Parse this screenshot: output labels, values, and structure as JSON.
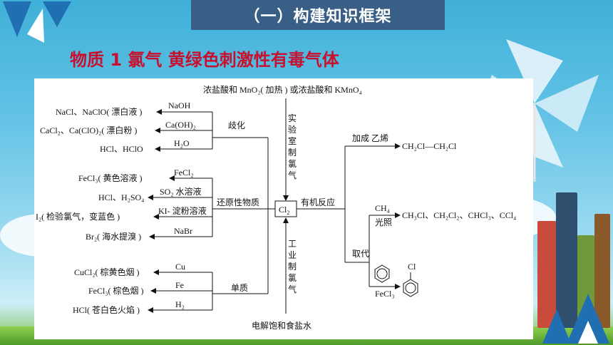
{
  "banner": {
    "title": "（一）构建知识框架"
  },
  "heading": "物质 1 氯气 黄绿色刺激性有毒气体",
  "diagram": {
    "center": "Cl",
    "center_sub": "2",
    "top_source": "浓盐酸和 MnO₂( 加热 ) 或浓盐酸和 KMnO₄",
    "top_label": [
      "实",
      "验",
      "室",
      "制",
      "氯",
      "气"
    ],
    "bottom_source": "电解饱和食盐水",
    "bottom_label": [
      "工",
      "业",
      "制",
      "氯",
      "气"
    ],
    "groups": {
      "disproportionation": "歧化",
      "reducing": "还原性物质",
      "elements": "单质",
      "organic": "有机反应",
      "addition": "加成 乙烯",
      "substitution": "取代"
    },
    "left_products": [
      "NaCl、NaClO( 漂白液 )",
      "CaCl₂、Ca(ClO)₂( 漂白粉 )",
      "HCl、HClO",
      "FeCl₃( 黄色溶液 )",
      "HCl、H₂SO₄",
      "I₂( 检验氯气，变蓝色 )",
      "Br₂( 海水提溴 )",
      "CuCl₂( 棕黄色烟 )",
      "FeCl₃( 棕色烟 )",
      "HCl( 苍白色火焰 )"
    ],
    "left_reagents": [
      "NaOH",
      "Ca(OH)₂",
      "H₂O",
      "FeCl₂",
      "SO₂ 水溶液",
      "KI- 淀粉溶液",
      "NaBr",
      "Cu",
      "Fe",
      "H₂"
    ],
    "right_products": {
      "addition_product": "CH₂Cl—CH₂Cl",
      "methane_reagent": "CH₄",
      "methane_condition": "光照",
      "methane_products": "CH₃Cl、CH₂Cl₂、CHCl₃、CCl₄",
      "benzene_catalyst": "FeCl₃",
      "chloro_label": "Cl"
    }
  }
}
